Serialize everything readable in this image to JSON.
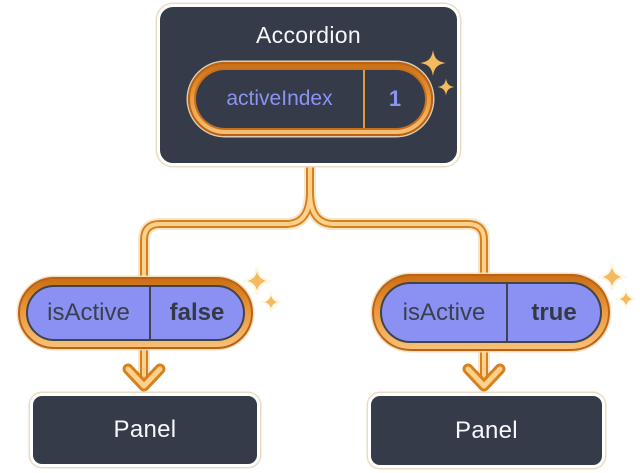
{
  "diagram": {
    "root_component": {
      "title": "Accordion",
      "state": {
        "label": "activeIndex",
        "value": "1"
      }
    },
    "children": [
      {
        "prop": {
          "label": "isActive",
          "value": "false"
        },
        "component": {
          "title": "Panel"
        }
      },
      {
        "prop": {
          "label": "isActive",
          "value": "true"
        },
        "component": {
          "title": "Panel"
        }
      }
    ],
    "icons": {
      "sparkle": "sparkle-icon",
      "arrow": "arrow-down-icon"
    },
    "palette": {
      "surface_dark": "#353B48",
      "ring_orange_dark": "#BC6214",
      "ring_orange_light": "#F8C076",
      "wire_edge": "#D5811F",
      "wire_core": "#FFD18A",
      "periwinkle": "#8A91F2",
      "text_light": "#F6F7F9",
      "text_dark": "#3A3F4C",
      "sparkle_gold": "#F3BA5E"
    }
  }
}
